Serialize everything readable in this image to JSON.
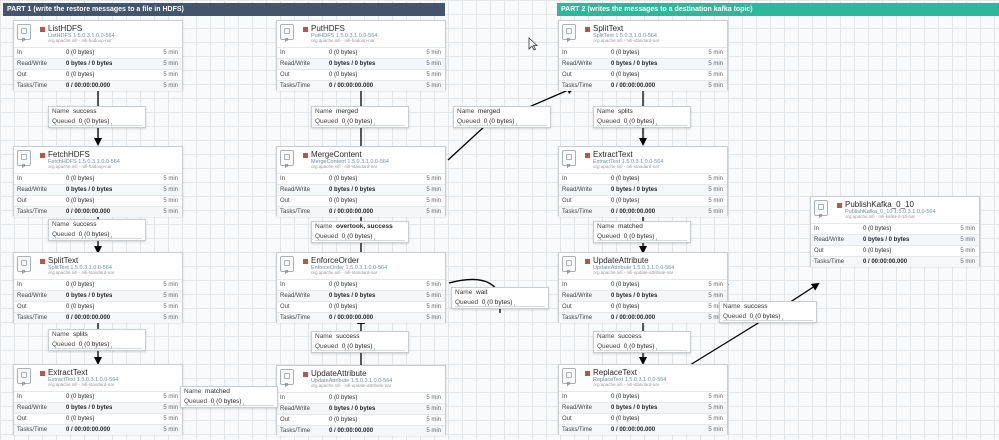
{
  "banners": [
    {
      "label": "PART 1 (write the restore messages to a file in HDFS)",
      "color": "#44546a"
    },
    {
      "label": "PART 2 (writes the messages to a destination kafka topic)",
      "color": "#2fb79c"
    }
  ],
  "labels": {
    "in": "In",
    "readwrite": "Read/Write",
    "out": "Out",
    "tasks": "Tasks/Time",
    "period": "5 min",
    "name": "Name",
    "queued": "Queued",
    "running_indicator": "P"
  },
  "processors": [
    {
      "name": "ListHDFS",
      "version": "ListHDFS 1.5.0.3.1.0.0-564",
      "bundle": "org.apache.nifi - nifi-hadoop-nar",
      "in": "0 (0 bytes)",
      "readwrite": "0 bytes / 0 bytes",
      "out": "0 (0 bytes)",
      "tasks": "0 / 00:00:00.000"
    },
    {
      "name": "FetchHDFS",
      "version": "FetchHDFS 1.5.0.3.1.0.0-564",
      "bundle": "org.apache.nifi - nifi-hadoop-nar",
      "in": "0 (0 bytes)",
      "readwrite": "0 bytes / 0 bytes",
      "out": "0 (0 bytes)",
      "tasks": "0 / 00:00:00.000"
    },
    {
      "name": "SplitText",
      "version": "SplitText 1.5.0.3.1.0.0-564",
      "bundle": "org.apache.nifi - nifi-standard-nar",
      "in": "0 (0 bytes)",
      "readwrite": "0 bytes / 0 bytes",
      "out": "0 (0 bytes)",
      "tasks": "0 / 00:00:00.000"
    },
    {
      "name": "ExtractText",
      "version": "ExtractText 1.5.0.3.1.0.0-564",
      "bundle": "org.apache.nifi - nifi-standard-nar",
      "in": "0 (0 bytes)",
      "readwrite": "0 bytes / 0 bytes",
      "out": "0 (0 bytes)",
      "tasks": "0 / 00:00:00.000"
    },
    {
      "name": "PutHDFS",
      "version": "PutHDFS 1.5.0.3.1.0.0-564",
      "bundle": "org.apache.nifi - nifi-hadoop-nar",
      "in": "0 (0 bytes)",
      "readwrite": "0 bytes / 0 bytes",
      "out": "0 (0 bytes)",
      "tasks": "0 / 00:00:00.000"
    },
    {
      "name": "MergeContent",
      "version": "MergeContent 1.5.0.3.1.0.0-564",
      "bundle": "org.apache.nifi - nifi-standard-nar",
      "in": "0 (0 bytes)",
      "readwrite": "0 bytes / 0 bytes",
      "out": "0 (0 bytes)",
      "tasks": "0 / 00:00:00.000"
    },
    {
      "name": "EnforceOrder",
      "version": "EnforceOrder 1.5.0.3.1.0.0-564",
      "bundle": "org.apache.nifi - nifi-standard-nar",
      "in": "0 (0 bytes)",
      "readwrite": "0 bytes / 0 bytes",
      "out": "0 (0 bytes)",
      "tasks": "0 / 00:00:00.000"
    },
    {
      "name": "UpdateAttribute",
      "version": "UpdateAttribute 1.5.0.3.1.0.0-564",
      "bundle": "org.apache.nifi - nifi-update-attribute-nar",
      "in": "0 (0 bytes)",
      "readwrite": "0 bytes / 0 bytes",
      "out": "0 (0 bytes)",
      "tasks": "0 / 00:00:00.000"
    },
    {
      "name": "SplitText",
      "version": "SplitText 1.5.0.3.1.0.0-564",
      "bundle": "org.apache.nifi - nifi-standard-nar",
      "in": "0 (0 bytes)",
      "readwrite": "0 bytes / 0 bytes",
      "out": "0 (0 bytes)",
      "tasks": "0 / 00:00:00.000"
    },
    {
      "name": "ExtractText",
      "version": "ExtractText 1.5.0.3.1.0.0-564",
      "bundle": "org.apache.nifi - nifi-standard-nar",
      "in": "0 (0 bytes)",
      "readwrite": "0 bytes / 0 bytes",
      "out": "0 (0 bytes)",
      "tasks": "0 / 00:00:00.000"
    },
    {
      "name": "UpdateAttribute",
      "version": "UpdateAttribute 1.5.0.3.1.0.0-564",
      "bundle": "org.apache.nifi - nifi-update-attribute-nar",
      "in": "0 (0 bytes)",
      "readwrite": "0 bytes / 0 bytes",
      "out": "0 (0 bytes)",
      "tasks": "0 / 00:00:00.000"
    },
    {
      "name": "ReplaceText",
      "version": "ReplaceText 1.5.0.3.1.0.0-564",
      "bundle": "org.apache.nifi - nifi-standard-nar",
      "in": "0 (0 bytes)",
      "readwrite": "0 bytes / 0 bytes",
      "out": "0 (0 bytes)",
      "tasks": "0 / 00:00:00.000"
    },
    {
      "name": "PublishKafka_0_10",
      "version": "PublishKafka_0_10 1.5.0.3.1.0.0-564",
      "bundle": "org.apache.nifi - nifi-kafka-0-10-nar",
      "in": "0 (0 bytes)",
      "readwrite": "0 bytes / 0 bytes",
      "out": "0 (0 bytes)",
      "tasks": "0 / 00:00:00.000"
    }
  ],
  "connections": [
    {
      "name": "success",
      "queued": "0 (0 bytes)"
    },
    {
      "name": "success",
      "queued": "0 (0 bytes)"
    },
    {
      "name": "splits",
      "queued": "0 (0 bytes)"
    },
    {
      "name": "matched",
      "queued": "0 (0 bytes)"
    },
    {
      "name": "success",
      "queued": "0 (0 bytes)"
    },
    {
      "name": "overtook, success",
      "queued": "0 (0 bytes)"
    },
    {
      "name": "merged",
      "queued": "0 (0 bytes)"
    },
    {
      "name": "wait",
      "queued": "0 (0 bytes)"
    },
    {
      "name": "merged",
      "queued": "0 (0 bytes)"
    },
    {
      "name": "splits",
      "queued": "0 (0 bytes)"
    },
    {
      "name": "matched",
      "queued": "0 (0 bytes)"
    },
    {
      "name": "success",
      "queued": "0 (0 bytes)"
    },
    {
      "name": "success",
      "queued": "0 (0 bytes)"
    }
  ]
}
